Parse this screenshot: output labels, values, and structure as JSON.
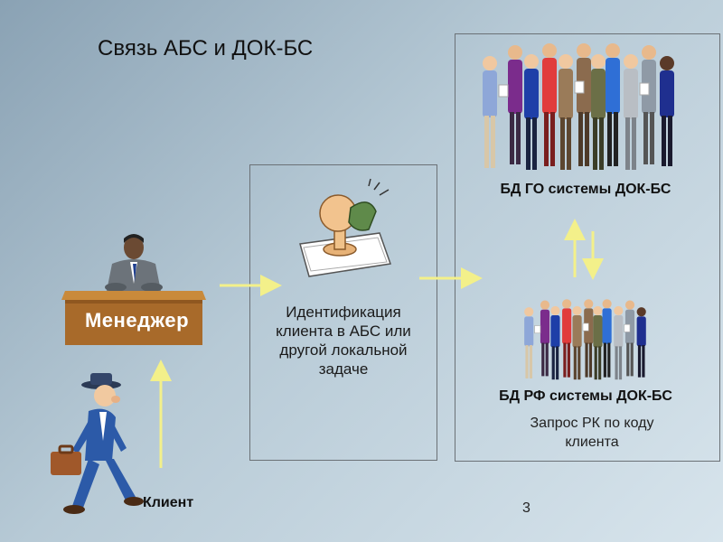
{
  "title": "Связь АБС и ДОК-БС",
  "manager_label": "Менеджер",
  "client_label": "Клиент",
  "identification_text": "Идентификация клиента в АБС или другой локальной задаче",
  "db_go_label": "БД ГО системы ДОК-БС",
  "db_rf_label": "БД РФ системы ДОК-БС",
  "query_text": "Запрос РК по коду клиента",
  "page_number": "3",
  "icons": [
    "manager-icon",
    "client-walking-icon",
    "stamp-icon",
    "people-group-icon",
    "arrow-icon"
  ],
  "colors": {
    "arrow": "#f3f08a",
    "desk": "#a86a2a",
    "background": "#b7cad6"
  }
}
